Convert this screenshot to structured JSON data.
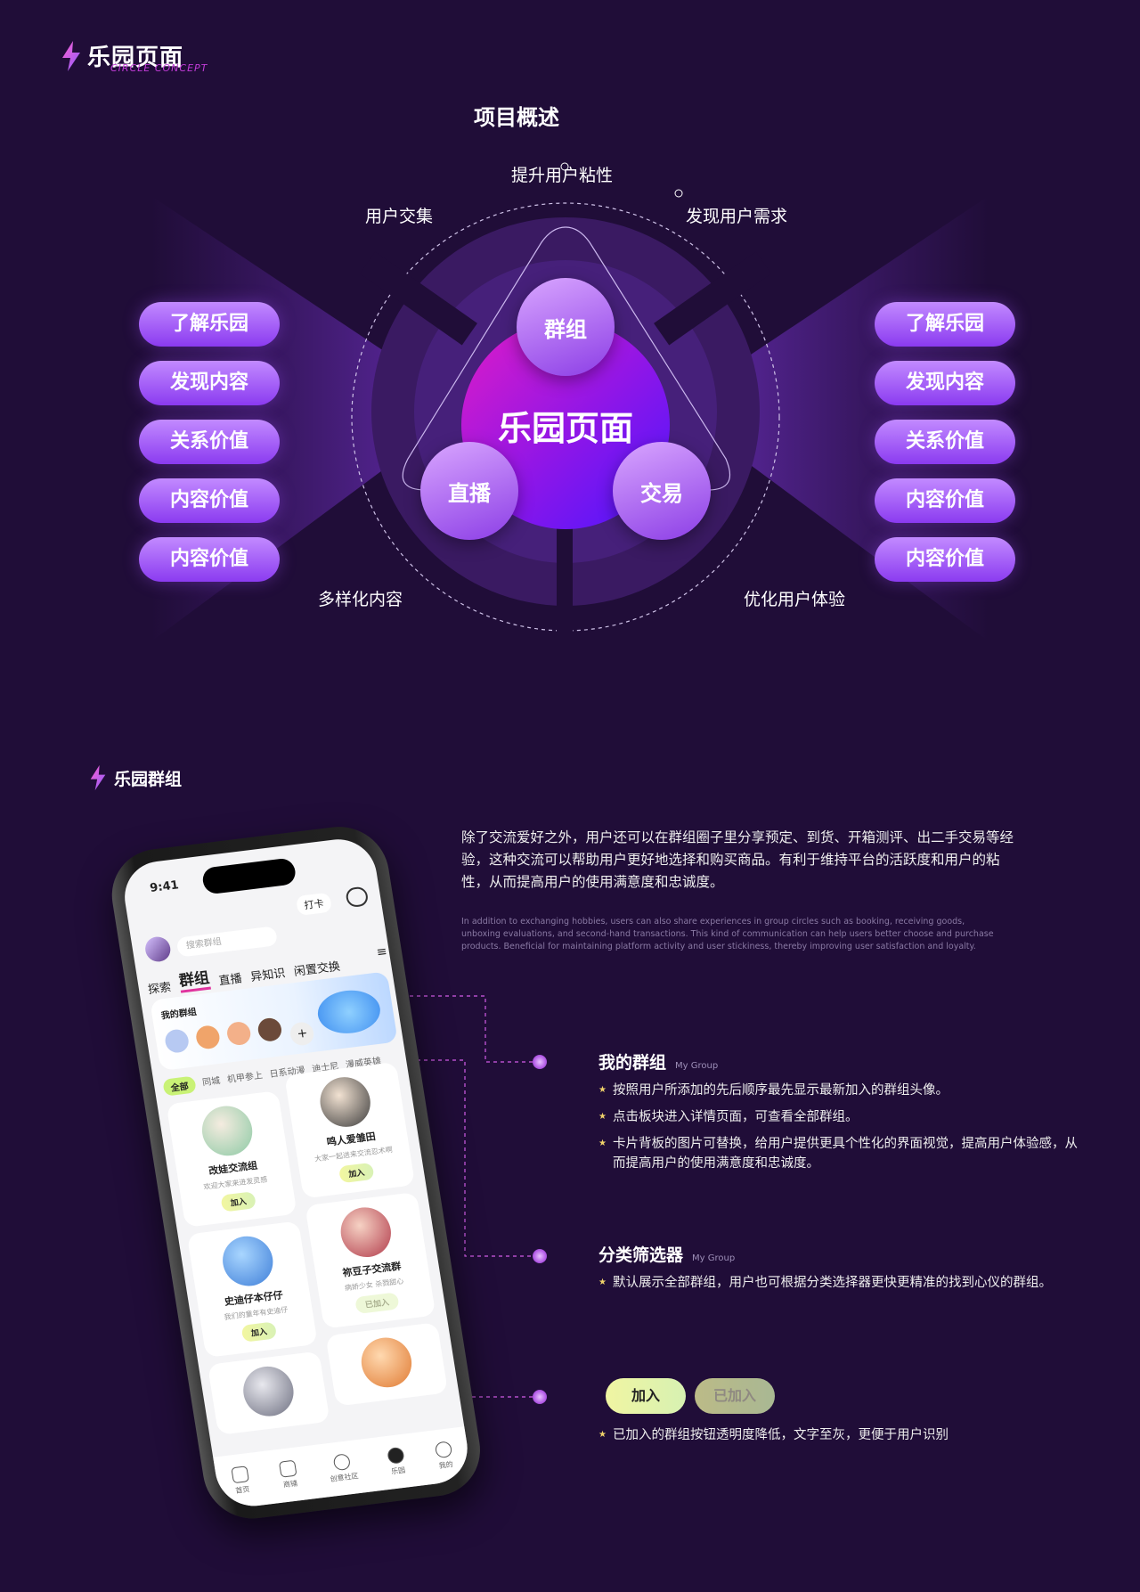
{
  "header": {
    "title": "乐园页面",
    "subtitle": "CIRCLE CONCEPT"
  },
  "overview": {
    "title": "项目概述",
    "core": "乐园页面",
    "bubbles": {
      "top": "群组",
      "left": "直播",
      "right": "交易"
    },
    "labels": {
      "top": "提升用户粘性",
      "top_left": "用户交集",
      "top_right": "发现用户需求",
      "bottom_left": "多样化内容",
      "bottom_right": "优化用户体验"
    },
    "left_pills": [
      "了解乐园",
      "发现内容",
      "关系价值",
      "内容价值",
      "内容价值"
    ],
    "right_pills": [
      "了解乐园",
      "发现内容",
      "关系价值",
      "内容价值",
      "内容价值"
    ]
  },
  "section2": {
    "title": "乐园群组",
    "para": "除了交流爱好之外，用户还可以在群组圈子里分享预定、到货、开箱测评、出二手交易等经验，这种交流可以帮助用户更好地选择和购买商品。有利于维持平台的活跃度和用户的粘性，从而提高用户的使用满意度和忠诚度。",
    "para_en": "In addition to exchanging hobbies, users can also share experiences in group circles such as booking, receiving goods, unboxing evaluations, and second-hand transactions. This kind of communication can help users better choose and purchase products. Beneficial for maintaining platform activity and user stickiness, thereby improving user satisfaction and loyalty.",
    "features": [
      {
        "title": "我的群组",
        "en": "My Group",
        "bullets": [
          "按照用户所添加的先后顺序最先显示最新加入的群组头像。",
          "点击板块进入详情页面，可查看全部群组。",
          "卡片背板的图片可替换，给用户提供更具个性化的界面视觉，提高用户体验感，从而提高用户的使用满意度和忠诚度。"
        ]
      },
      {
        "title": "分类筛选器",
        "en": "My Group",
        "bullets": [
          "默认展示全部群组，用户也可根据分类选择器更快更精准的找到心仪的群组。"
        ]
      }
    ],
    "buttons": {
      "join": "加入",
      "joined": "已加入",
      "note": "已加入的群组按钮透明度降低，文字至灰，更便于用户识别"
    }
  },
  "phone": {
    "time": "9:41",
    "checkin": "打卡",
    "search_placeholder": "搜索群组",
    "tabs": [
      "探索",
      "群组",
      "直播",
      "异知识",
      "闲置交换"
    ],
    "my_group": "我的群组",
    "filters": [
      "全部",
      "同城",
      "机甲参上",
      "日系动漫",
      "迪士尼",
      "漫威英雄"
    ],
    "cards": [
      {
        "name": "改娃交流组",
        "desc": "欢迎大家来进发灵感",
        "btn": "加入"
      },
      {
        "name": "鸣人爱雏田",
        "desc": "大家一起进来交流忍术啊",
        "btn": "加入"
      },
      {
        "name": "史迪仔本仔仔",
        "desc": "我们的童年有史迪仔",
        "btn": "加入"
      },
      {
        "name": "祢豆子交流群",
        "desc": "病娇少女 杀戮甜心",
        "btn": "已加入"
      }
    ],
    "tabbar": [
      "首页",
      "商铺",
      "创意社区",
      "乐园",
      "我的"
    ]
  },
  "colors": {
    "bg": "#200d38",
    "accent": "#8b3bf0",
    "pink": "#e01cc6",
    "blue": "#4b16ff",
    "join_btn": "#eff6a0"
  }
}
